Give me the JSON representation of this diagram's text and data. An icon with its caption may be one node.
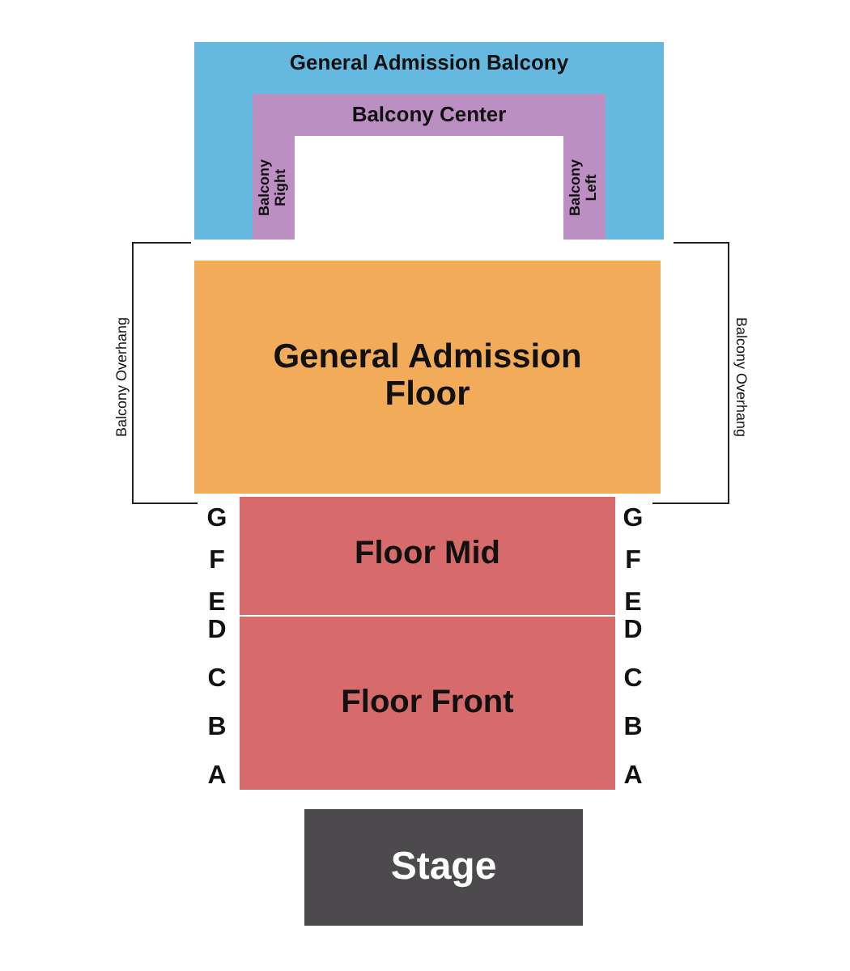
{
  "diagram": {
    "nodes": [
      {
        "text": [
          "General Admission Balcony"
        ]
      },
      {
        "text": [
          "Balcony Center"
        ],
        "in": 0
      },
      {
        "text": [
          "Balcony Right"
        ],
        "in": 0
      },
      {
        "text": [
          "Balcony Left"
        ],
        "in": 0
      },
      {
        "text": [
          "General Admission Floor"
        ]
      },
      {
        "text": [
          "Floor Mid"
        ]
      },
      {
        "text": [
          "Floor Front"
        ]
      },
      {
        "text": [
          "Stage"
        ]
      }
    ],
    "labels": [
      "Balcony Overhang",
      "Balcony Overhang",
      "G",
      "G",
      "F",
      "F",
      "E",
      "E",
      "D",
      "D",
      "C",
      "C",
      "B",
      "B",
      "A",
      "A"
    ]
  }
}
